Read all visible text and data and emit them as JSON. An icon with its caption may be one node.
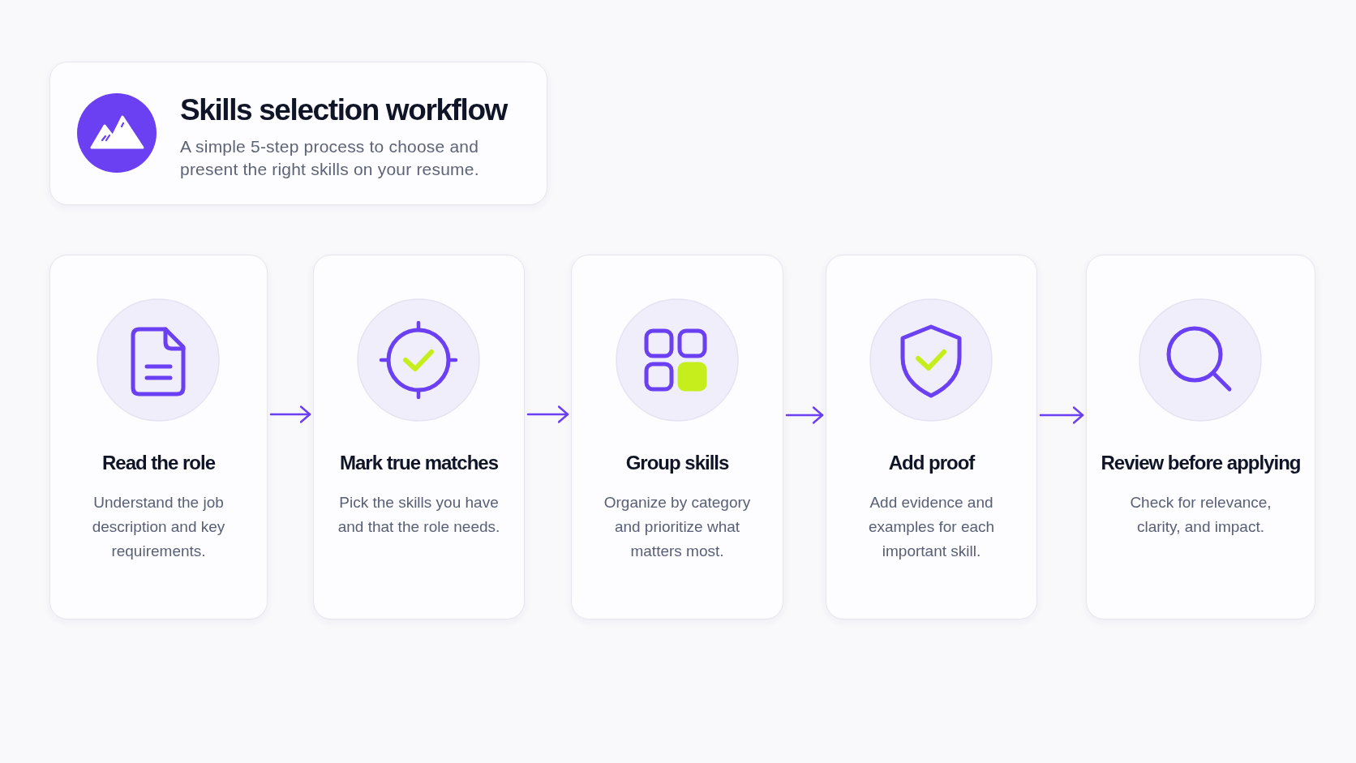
{
  "diagram": {
    "nodes": [
      {
        "text": [
          "Skills selection workflow",
          "A simple 5-step process to choose and present the right skills on your resume."
        ]
      },
      {
        "text": [
          "Read the role",
          "Understand the job description and key requirements."
        ]
      },
      {
        "text": [
          "Mark true matches",
          "Pick the skills you have and that the role needs."
        ]
      },
      {
        "text": [
          "Group skills",
          "Organize by category and prioritize what matters most."
        ]
      },
      {
        "text": [
          "Add proof",
          "Add evidence and examples for each important skill."
        ]
      },
      {
        "text": [
          "Review before applying",
          "Check for relevance, clarity, and impact."
        ]
      }
    ],
    "edges": [
      {
        "from": 1,
        "to": 2,
        "arrow": "to"
      },
      {
        "from": 2,
        "to": 3,
        "arrow": "to"
      },
      {
        "from": 3,
        "to": 4,
        "arrow": "to"
      },
      {
        "from": 4,
        "to": 5,
        "arrow": "to"
      }
    ]
  }
}
